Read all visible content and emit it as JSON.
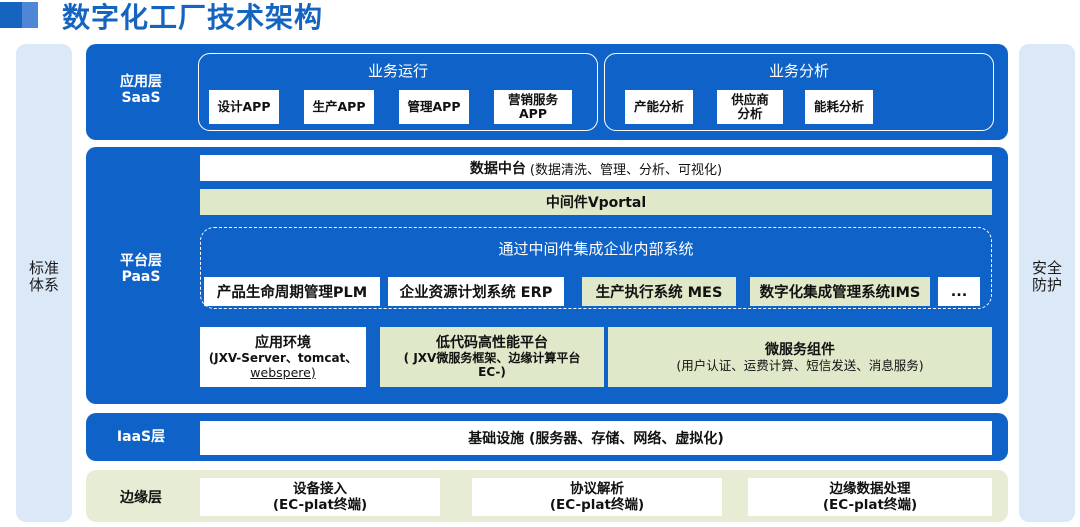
{
  "title": "数字化工厂技术架构",
  "left_side": "标准体系",
  "right_side": "安全防护",
  "colors": {
    "primary": "#0f62c7",
    "side": "#dbe8f7",
    "green": "#dfe8c8",
    "edge_bg": "#e6edd4"
  },
  "saas": {
    "label_line1": "应用层",
    "label_line2": "SaaS",
    "ops": {
      "title": "业务运行",
      "items": [
        "设计APP",
        "生产APP",
        "管理APP",
        "营销服务APP"
      ]
    },
    "analysis": {
      "title": "业务分析",
      "items": [
        "产能分析",
        "供应商分析",
        "能耗分析"
      ]
    }
  },
  "paas": {
    "label_line1": "平台层",
    "label_line2": "PaaS",
    "data_center": {
      "name": "数据中台",
      "desc": "(数据清洗、管理、分析、可视化)"
    },
    "middleware": "中间件Vportal",
    "integration_title": "通过中间件集成企业内部系统",
    "systems": [
      "产品生命周期管理PLM",
      "企业资源计划系统 ERP",
      "生产执行系统 MES",
      "数字化集成管理系统IMS",
      "..."
    ],
    "app_env": {
      "title": "应用环境",
      "desc1": "(JXV-Server、tomcat、",
      "desc2": "webspere)"
    },
    "lowcode": {
      "title": "低代码高性能平台",
      "desc1": "( JXV微服务框架、边缘计算平台",
      "desc2": "EC-)"
    },
    "microservice": {
      "title": "微服务组件",
      "desc": "(用户认证、运费计算、短信发送、消息服务)"
    }
  },
  "iaas": {
    "label": "IaaS层",
    "content": "基础设施 (服务器、存储、网络、虚拟化)"
  },
  "edge": {
    "label": "边缘层",
    "items": [
      {
        "name": "设备接入",
        "sub": "(EC-plat终端)"
      },
      {
        "name": "协议解析",
        "sub": "(EC-plat终端)"
      },
      {
        "name": "边缘数据处理",
        "sub": "(EC-plat终端)"
      }
    ]
  }
}
